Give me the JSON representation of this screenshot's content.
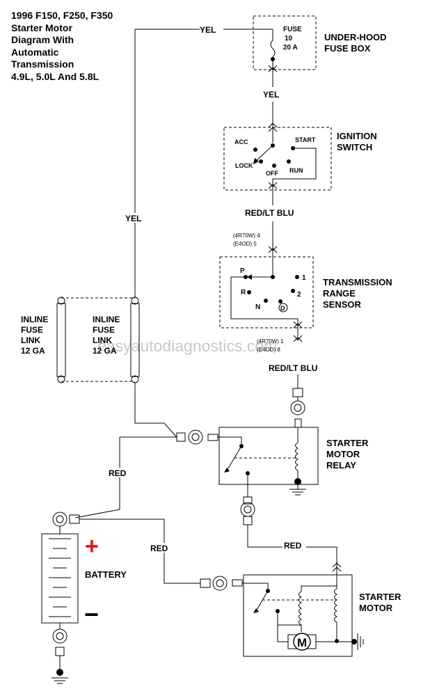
{
  "title_lines": [
    "1996 F150, F250, F350",
    "Starter Motor",
    "Diagram With",
    "Automatic",
    "Transmission",
    "4.9L, 5.0L And 5.8L"
  ],
  "wires": {
    "yel": "YEL",
    "red_lt_blu": "RED/LT BLU",
    "red": "RED"
  },
  "fuse_box": {
    "fuse": "FUSE",
    "number": "10",
    "rating": "20 A",
    "label1": "UNDER-HOOD",
    "label2": "FUSE BOX"
  },
  "ignition": {
    "label1": "IGNITION",
    "label2": "SWITCH",
    "acc": "ACC",
    "start": "START",
    "lock": "LOCK",
    "off": "OFF",
    "run": "RUN"
  },
  "trs": {
    "label1": "TRANSMISSION",
    "label2": "RANGE",
    "label3": "SENSOR",
    "p": "P",
    "r": "R",
    "n": "N",
    "d": "D",
    "one": "1",
    "two": "2",
    "pin_top_a": "(4R70W)  4",
    "pin_top_b": "(E4OD)    5",
    "pin_bot_a": "(4R70W)  1",
    "pin_bot_b": "(E4OD)    8"
  },
  "fuse_links": {
    "line1": "INLINE",
    "line2": "FUSE",
    "line3": "LINK",
    "gauge": "12 GA"
  },
  "relay": {
    "label1": "STARTER",
    "label2": "MOTOR",
    "label3": "RELAY"
  },
  "battery": {
    "label": "BATTERY",
    "plus": "+",
    "minus": "−"
  },
  "motor": {
    "label1": "STARTER",
    "label2": "MOTOR",
    "m": "M"
  },
  "watermark": "easyautodiagnostics.com",
  "colors": {
    "plus": "#e8141a",
    "ink": "#000000"
  }
}
